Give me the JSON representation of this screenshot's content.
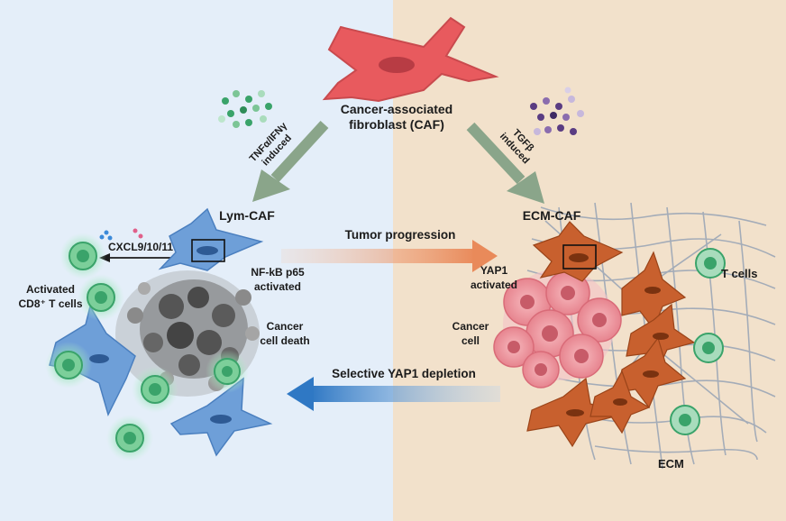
{
  "center": {
    "title_line1": "Cancer-associated",
    "title_line2": "fibroblast (CAF)"
  },
  "left": {
    "inducer_line1": "TNFα/IFNγ",
    "inducer_line2": "induced",
    "caf_type": "Lym-CAF",
    "chemokine": "CXCL9/10/11",
    "pathway_line1": "NF-kB p65",
    "pathway_line2": "activated",
    "immune_line1": "Activated",
    "immune_line2": "CD8⁺ T cells",
    "outcome_line1": "Cancer",
    "outcome_line2": "cell death"
  },
  "right": {
    "inducer_line1": "TGFβ",
    "inducer_line2": "induced",
    "caf_type": "ECM-CAF",
    "pathway_line1": "YAP1",
    "pathway_line2": "activated",
    "tumor_line1": "Cancer",
    "tumor_line2": "cell",
    "immune": "T cells",
    "matrix": "ECM"
  },
  "arrows": {
    "forward": "Tumor progression",
    "reverse": "Selective YAP1 depletion"
  },
  "colors": {
    "left_bg": "#e4eef9",
    "right_bg": "#f2e1cb",
    "caf_red": "#e85a5e",
    "lym_blue": "#6e9fd8",
    "ecm_orange": "#c8602e",
    "tcell_green": "#3aa36a",
    "tumor_pink": "#f0a0a8",
    "arrow_gray": "#8aa58a"
  }
}
